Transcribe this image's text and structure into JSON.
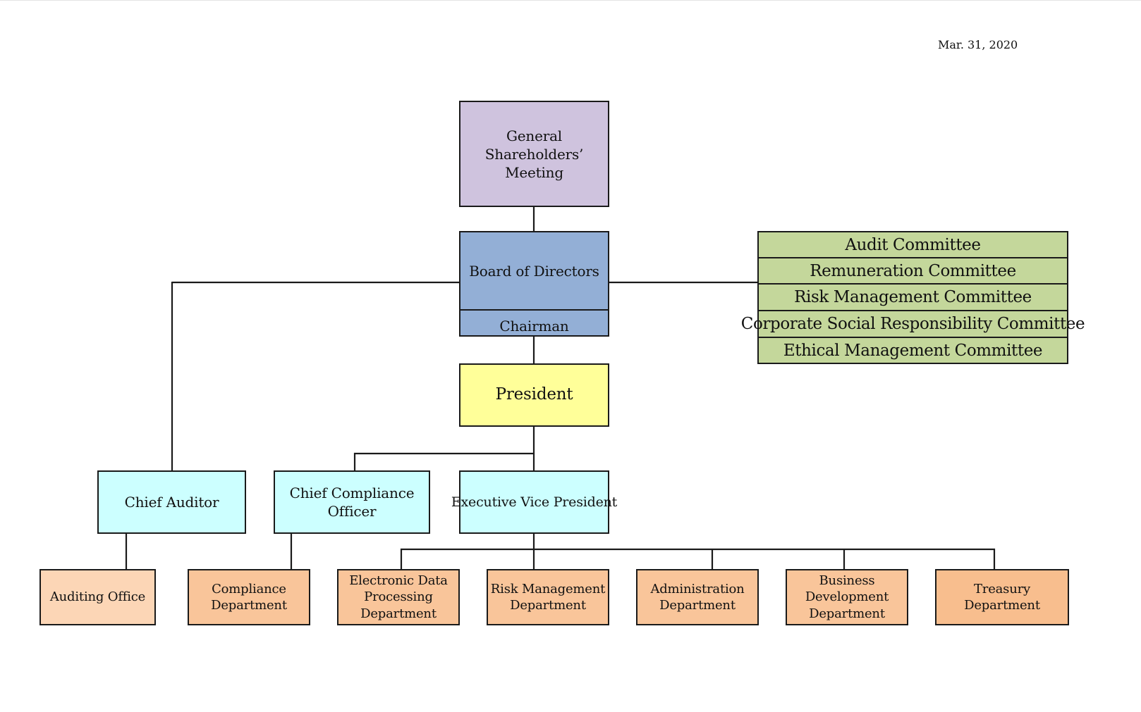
{
  "date": "Mar. 31, 2020",
  "nodes": {
    "shareholders": [
      "General Shareholders’",
      "Meeting"
    ],
    "board": "Board of Directors",
    "chairman": "Chairman",
    "president": "President",
    "chief_auditor": "Chief Auditor",
    "chief_compliance": [
      "Chief Compliance",
      "Officer"
    ],
    "evp": "Executive Vice President"
  },
  "committees": [
    "Audit Committee",
    "Remuneration Committee",
    "Risk Management Committee",
    "Corporate Social Responsibility Committee",
    "Ethical Management Committee"
  ],
  "departments": {
    "auditing": [
      "Auditing Office"
    ],
    "compliance": [
      "Compliance",
      "Department"
    ],
    "edp": [
      "Electronic Data",
      "Processing",
      "Department"
    ],
    "risk": [
      "Risk Management",
      "Department"
    ],
    "admin": [
      "Administration",
      "Department"
    ],
    "bizdev": [
      "Business",
      "Development",
      "Department"
    ],
    "treasury": [
      "Treasury",
      "Department"
    ]
  },
  "colors": {
    "shareholders": "#cfc3de",
    "board": "#93afd6",
    "president": "#ffff99",
    "officers": "#ccffff",
    "departments": "#f9c59a",
    "committees": "#c4d79b"
  }
}
